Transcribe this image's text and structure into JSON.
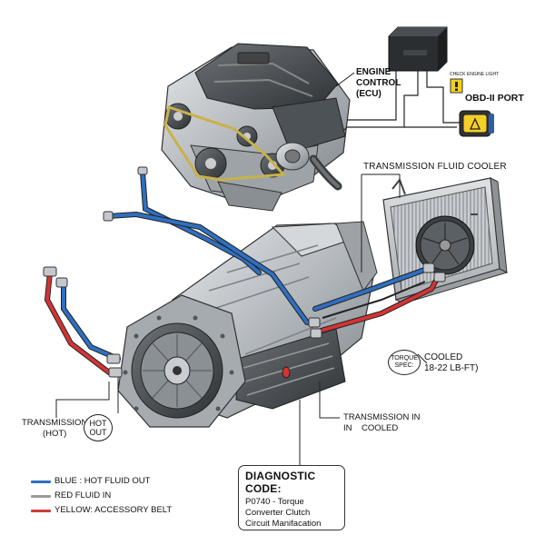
{
  "labels": {
    "engine_control": [
      "ENGINE",
      "CONTROL",
      "(ECU)"
    ],
    "check_engine_light": "CHECK ENGINE LIGHT",
    "obd_port": "OBD-II PORT",
    "cooler_title": "TRANSMISSION FLUID COOLER",
    "torque_spec": [
      "TORQUE",
      "SPEC:"
    ],
    "cooled_value": [
      "COOLED",
      "18-22 LB-FT)"
    ],
    "transmission_hot": [
      "TRANSMISSION",
      "(HOT)"
    ],
    "hot_out": [
      "HOT",
      "OUT"
    ],
    "transmission_in": [
      "TRANSMISSION IN",
      "IN    COOLED"
    ]
  },
  "diagnostic": {
    "title": "DIAGNOSTIC CODE:",
    "lines": [
      "P0740 - Torque Converter Clutch",
      "Circuit Manifacation"
    ]
  },
  "legend": [
    {
      "text": "BLUE : HOT FLUID OUT",
      "color": "#2f6fc0"
    },
    {
      "text": "RED FLUID IN",
      "color": "#9a9a9a"
    },
    {
      "text": "YELLOW: ACCESSORY BELT",
      "color": "#d23a3a"
    }
  ],
  "colors": {
    "blue_line": "#2f6fc0",
    "red_line": "#d33434",
    "metal": "#b9bdc2",
    "dark_metal": "#5c6166",
    "belt": "#c8b24a"
  }
}
